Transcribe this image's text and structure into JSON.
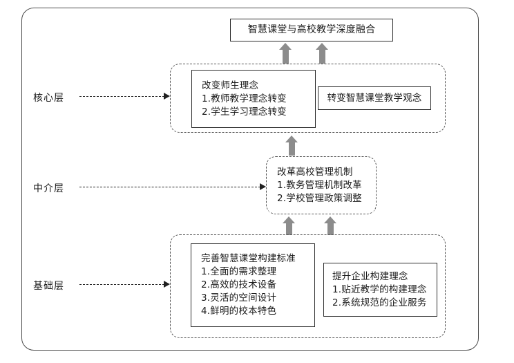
{
  "diagram": {
    "title_box": {
      "text": "智慧课堂与高校教学深度融合"
    },
    "layers": [
      {
        "label": "核心层"
      },
      {
        "label": "中介层"
      },
      {
        "label": "基础层"
      }
    ],
    "core_layer": {
      "box_a": {
        "heading": "改变师生理念",
        "items": [
          "1.教师教学理念转变",
          "2.学生学习理念转变"
        ]
      },
      "box_b": {
        "heading": "转变智慧课堂教学观念"
      }
    },
    "middle_layer": {
      "box": {
        "heading": "改革高校管理机制",
        "items": [
          "1.教务管理机制改革",
          "2.学校管理政策调整"
        ]
      }
    },
    "base_layer": {
      "box_a": {
        "heading": "完善智慧课堂构建标准",
        "items": [
          "1.全面的需求整理",
          "2.高效的技术设备",
          "3.灵活的空间设计",
          "4.鲜明的校本特色"
        ]
      },
      "box_b": {
        "heading": "提升企业构建理念",
        "items": [
          "1.贴近教学的构建理念",
          "2.系统规范的企业服务"
        ]
      }
    },
    "colors": {
      "frame": "#4a4a4a",
      "box_border": "#2b2b2b",
      "dashed_group": "#555555",
      "flow_arrow": "#8c8c8c",
      "label_arrow": "#202020",
      "background": "#ffffff"
    }
  }
}
